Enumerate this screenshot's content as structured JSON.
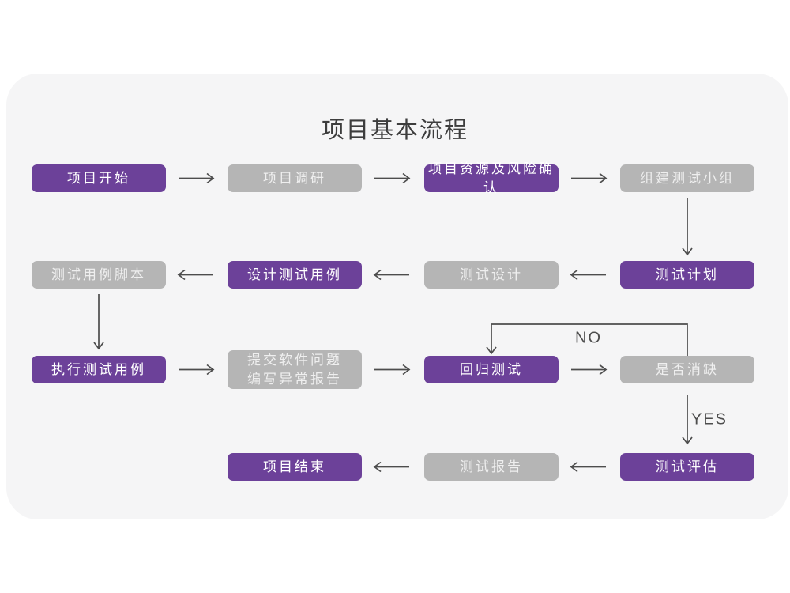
{
  "page": {
    "title": "项目基本流程"
  },
  "colors": {
    "purple": "#6c4199",
    "gray": "#b5b5b5",
    "card_bg": "#f5f5f6",
    "arrow": "#4d4d4d",
    "title_text": "#3d3d3d"
  },
  "labels": {
    "no": "NO",
    "yes": "YES"
  },
  "nodes": [
    {
      "id": "project-start",
      "label": "项目开始",
      "variant": "purple"
    },
    {
      "id": "project-research",
      "label": "项目调研",
      "variant": "gray"
    },
    {
      "id": "resource-risk-confirm",
      "label": "项目资源及风险确认",
      "variant": "purple"
    },
    {
      "id": "form-test-team",
      "label": "组建测试小组",
      "variant": "gray"
    },
    {
      "id": "test-plan",
      "label": "测试计划",
      "variant": "purple"
    },
    {
      "id": "test-design",
      "label": "测试设计",
      "variant": "gray"
    },
    {
      "id": "design-test-cases",
      "label": "设计测试用例",
      "variant": "purple"
    },
    {
      "id": "test-case-script",
      "label": "测试用例脚本",
      "variant": "gray"
    },
    {
      "id": "execute-test-cases",
      "label": "执行测试用例",
      "variant": "purple"
    },
    {
      "id": "submit-issue-report",
      "label": "提交软件问题\n编写异常报告",
      "variant": "gray"
    },
    {
      "id": "regression-test",
      "label": "回归测试",
      "variant": "purple"
    },
    {
      "id": "defect-cleared",
      "label": "是否消缺",
      "variant": "gray"
    },
    {
      "id": "test-evaluation",
      "label": "测试评估",
      "variant": "purple"
    },
    {
      "id": "test-report",
      "label": "测试报告",
      "variant": "gray"
    },
    {
      "id": "project-end",
      "label": "项目结束",
      "variant": "purple"
    }
  ]
}
